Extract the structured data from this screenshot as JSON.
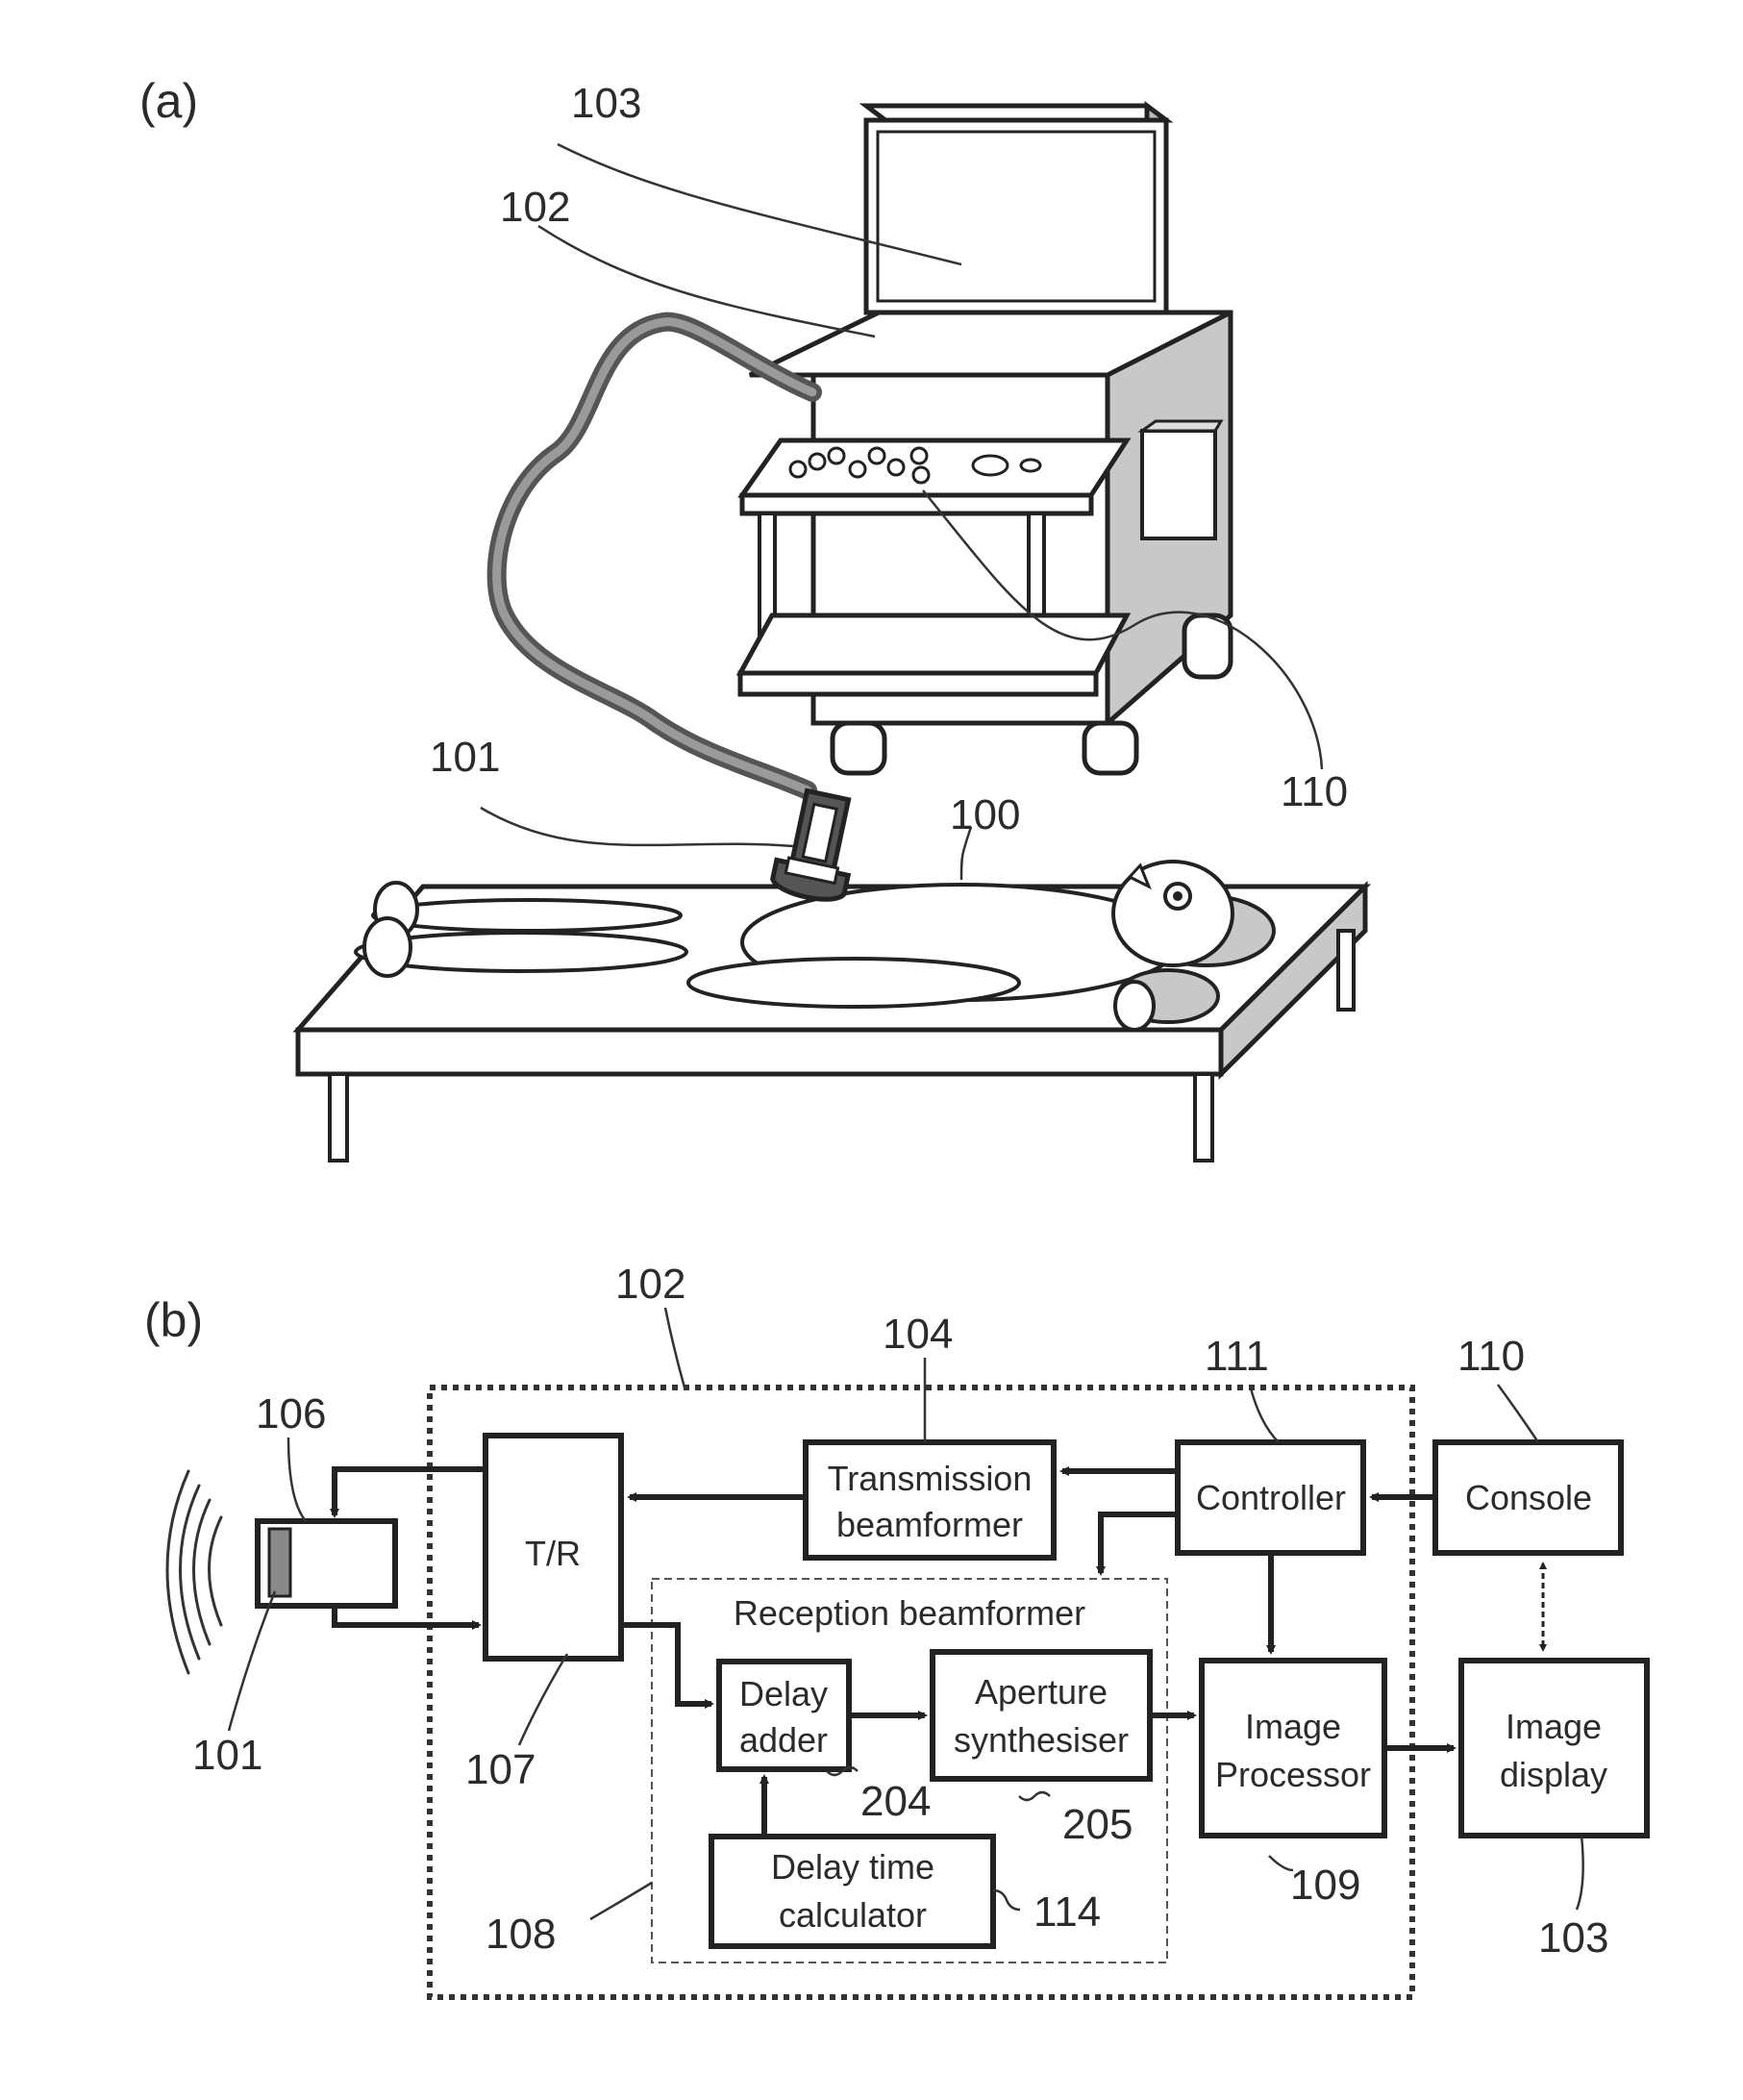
{
  "panel_a": {
    "label": "(a)",
    "refs": {
      "monitor": "103",
      "main_unit": "102",
      "console": "110",
      "probe": "101",
      "subject": "100"
    }
  },
  "panel_b": {
    "label": "(b)",
    "main_unit_ref": "102",
    "reception_beamformer_title": "Reception beamformer",
    "blocks": {
      "tr": {
        "name": "T/R",
        "ref": "107"
      },
      "transmission_beamformer": {
        "line1": "Transmission",
        "line2": "beamformer",
        "ref": "104"
      },
      "controller": {
        "name": "Controller",
        "ref": "111"
      },
      "console": {
        "name": "Console",
        "ref": "110"
      },
      "delay_adder": {
        "line1": "Delay",
        "line2": "adder",
        "ref": "204"
      },
      "aperture_synthesiser": {
        "line1": "Aperture",
        "line2": "synthesiser",
        "ref": "205"
      },
      "image_processor": {
        "line1": "Image",
        "line2": "Processor",
        "ref": "109"
      },
      "image_display": {
        "line1": "Image",
        "line2": "display",
        "ref": "103"
      },
      "delay_time_calculator": {
        "line1": "Delay time",
        "line2": "calculator",
        "ref": "114"
      }
    },
    "probe_refs": {
      "housing": "106",
      "element": "101"
    },
    "reception_ref": "108"
  }
}
